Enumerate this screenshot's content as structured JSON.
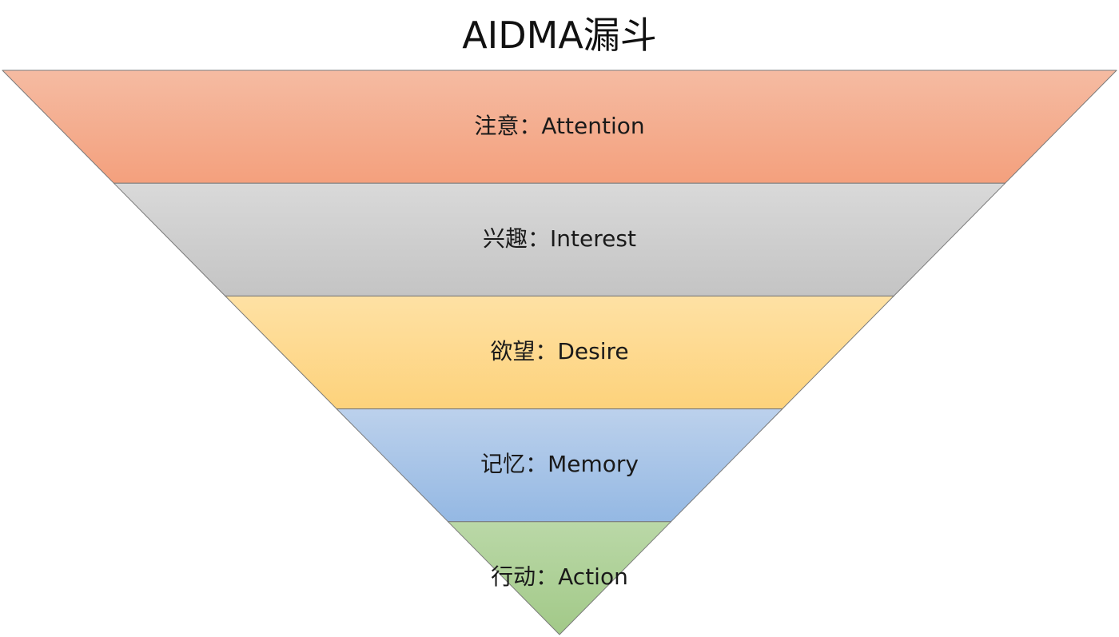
{
  "title": "AIDMA漏斗",
  "stages": [
    {
      "label": "注意：Attention",
      "color_top": "#f5bba2",
      "color_bottom": "#f4a07d"
    },
    {
      "label": "兴趣：Interest",
      "color_top": "#d9d9d9",
      "color_bottom": "#c4c4c4"
    },
    {
      "label": "欲望：Desire",
      "color_top": "#fee1a4",
      "color_bottom": "#fdd27b"
    },
    {
      "label": "记忆：Memory",
      "color_top": "#bcd1ec",
      "color_bottom": "#94b8e3"
    },
    {
      "label": "行动：Action",
      "color_top": "#bad8a7",
      "color_bottom": "#a2c988"
    }
  ],
  "outline_color": "#7a7a7a"
}
